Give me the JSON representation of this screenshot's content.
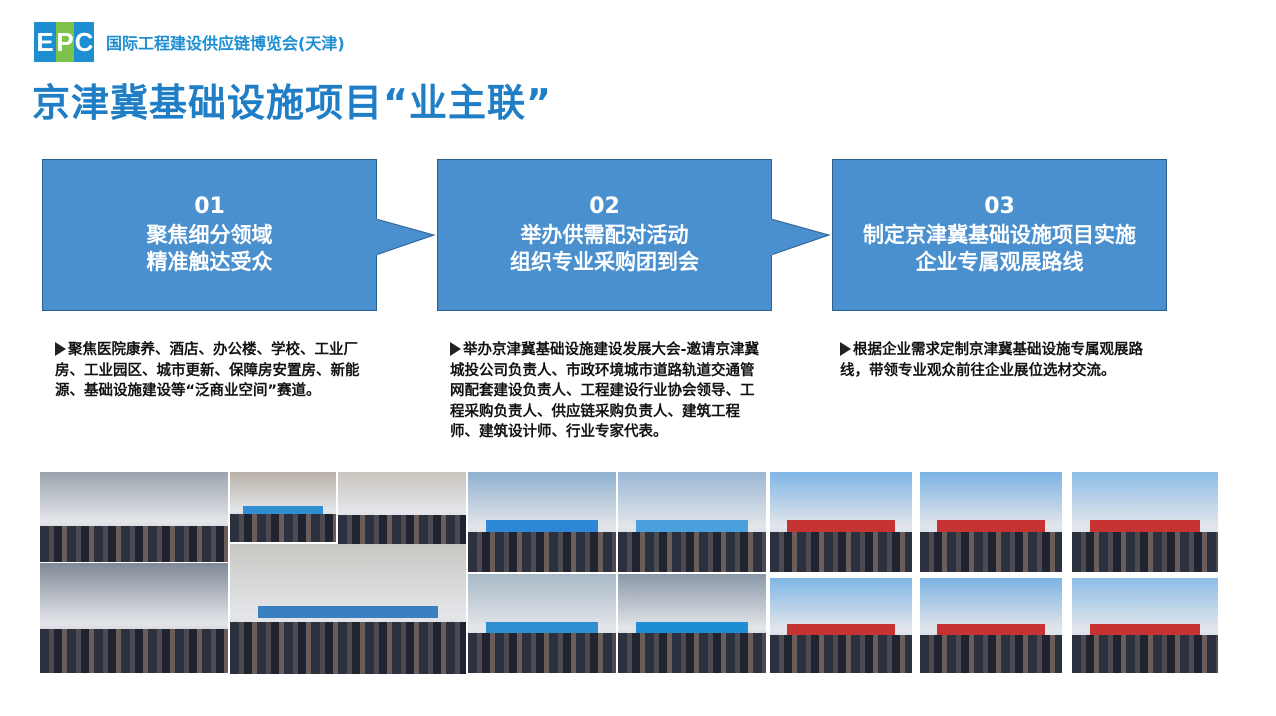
{
  "header": {
    "logo_text": [
      "E",
      "P",
      "C"
    ],
    "brand": "国际工程建设供应链博览会(天津)",
    "title": "京津冀基础设施项目“业主联”"
  },
  "steps": [
    {
      "num": "01",
      "line1": "聚焦细分领域",
      "line2": "精准触达受众",
      "desc": "聚焦医院康养、酒店、办公楼、学校、工业厂房、工业园区、城市更新、保障房安置房、新能源、基础设施建设等“泛商业空间”赛道。"
    },
    {
      "num": "02",
      "line1": "举办供需配对活动",
      "line2": "组织专业采购团到会",
      "desc": "举办京津冀基础设施建设发展大会-邀请京津冀城投公司负责人、市政环境城市道路轨道交通管网配套建设负责人、工程建设行业协会领导、工程采购负责人、供应链采购负责人、建筑工程师、建筑设计师、行业专家代表。"
    },
    {
      "num": "03",
      "line1": "制定京津冀基础设施项目实施",
      "line2": "企业专属观展路线",
      "desc": "根据企业需求定制京津冀基础设施专属观展路线，带领专业观众前往企业展位选材交流。"
    }
  ],
  "colors": {
    "box": "#4a90cf",
    "title": "#1f7ec6",
    "brand": "#1d8ed1",
    "accent_green": "#7dc24b"
  }
}
